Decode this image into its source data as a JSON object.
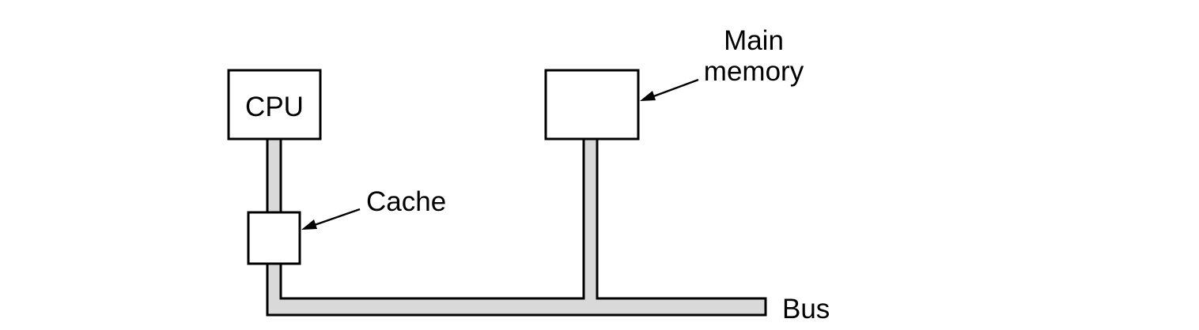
{
  "diagram": {
    "cpu_label": "CPU",
    "cache_label": "Cache",
    "main_memory_label_line1": "Main",
    "main_memory_label_line2": "memory",
    "bus_label": "Bus"
  },
  "colors": {
    "bus_fill": "#d9d9d9",
    "stroke": "#000000",
    "background": "#ffffff"
  }
}
